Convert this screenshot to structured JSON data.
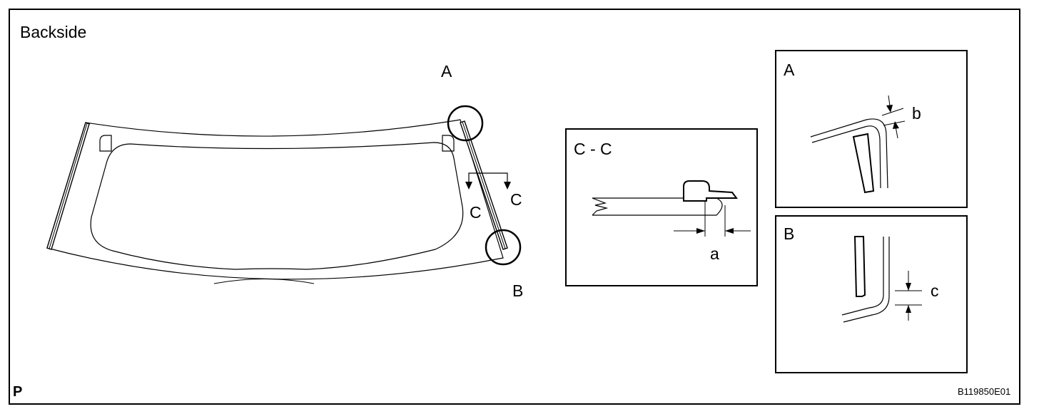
{
  "figure": {
    "heading": "Backside",
    "page_marker": "P",
    "figure_code": "B119850E01"
  },
  "main_view": {
    "callout_a": "A",
    "callout_b": "B",
    "section_mark_left": "C",
    "section_mark_right": "C"
  },
  "section_view": {
    "title": "C - C",
    "dimension_label": "a"
  },
  "detail_a": {
    "title": "A",
    "dimension_label": "b"
  },
  "detail_b": {
    "title": "B",
    "dimension_label": "c"
  }
}
